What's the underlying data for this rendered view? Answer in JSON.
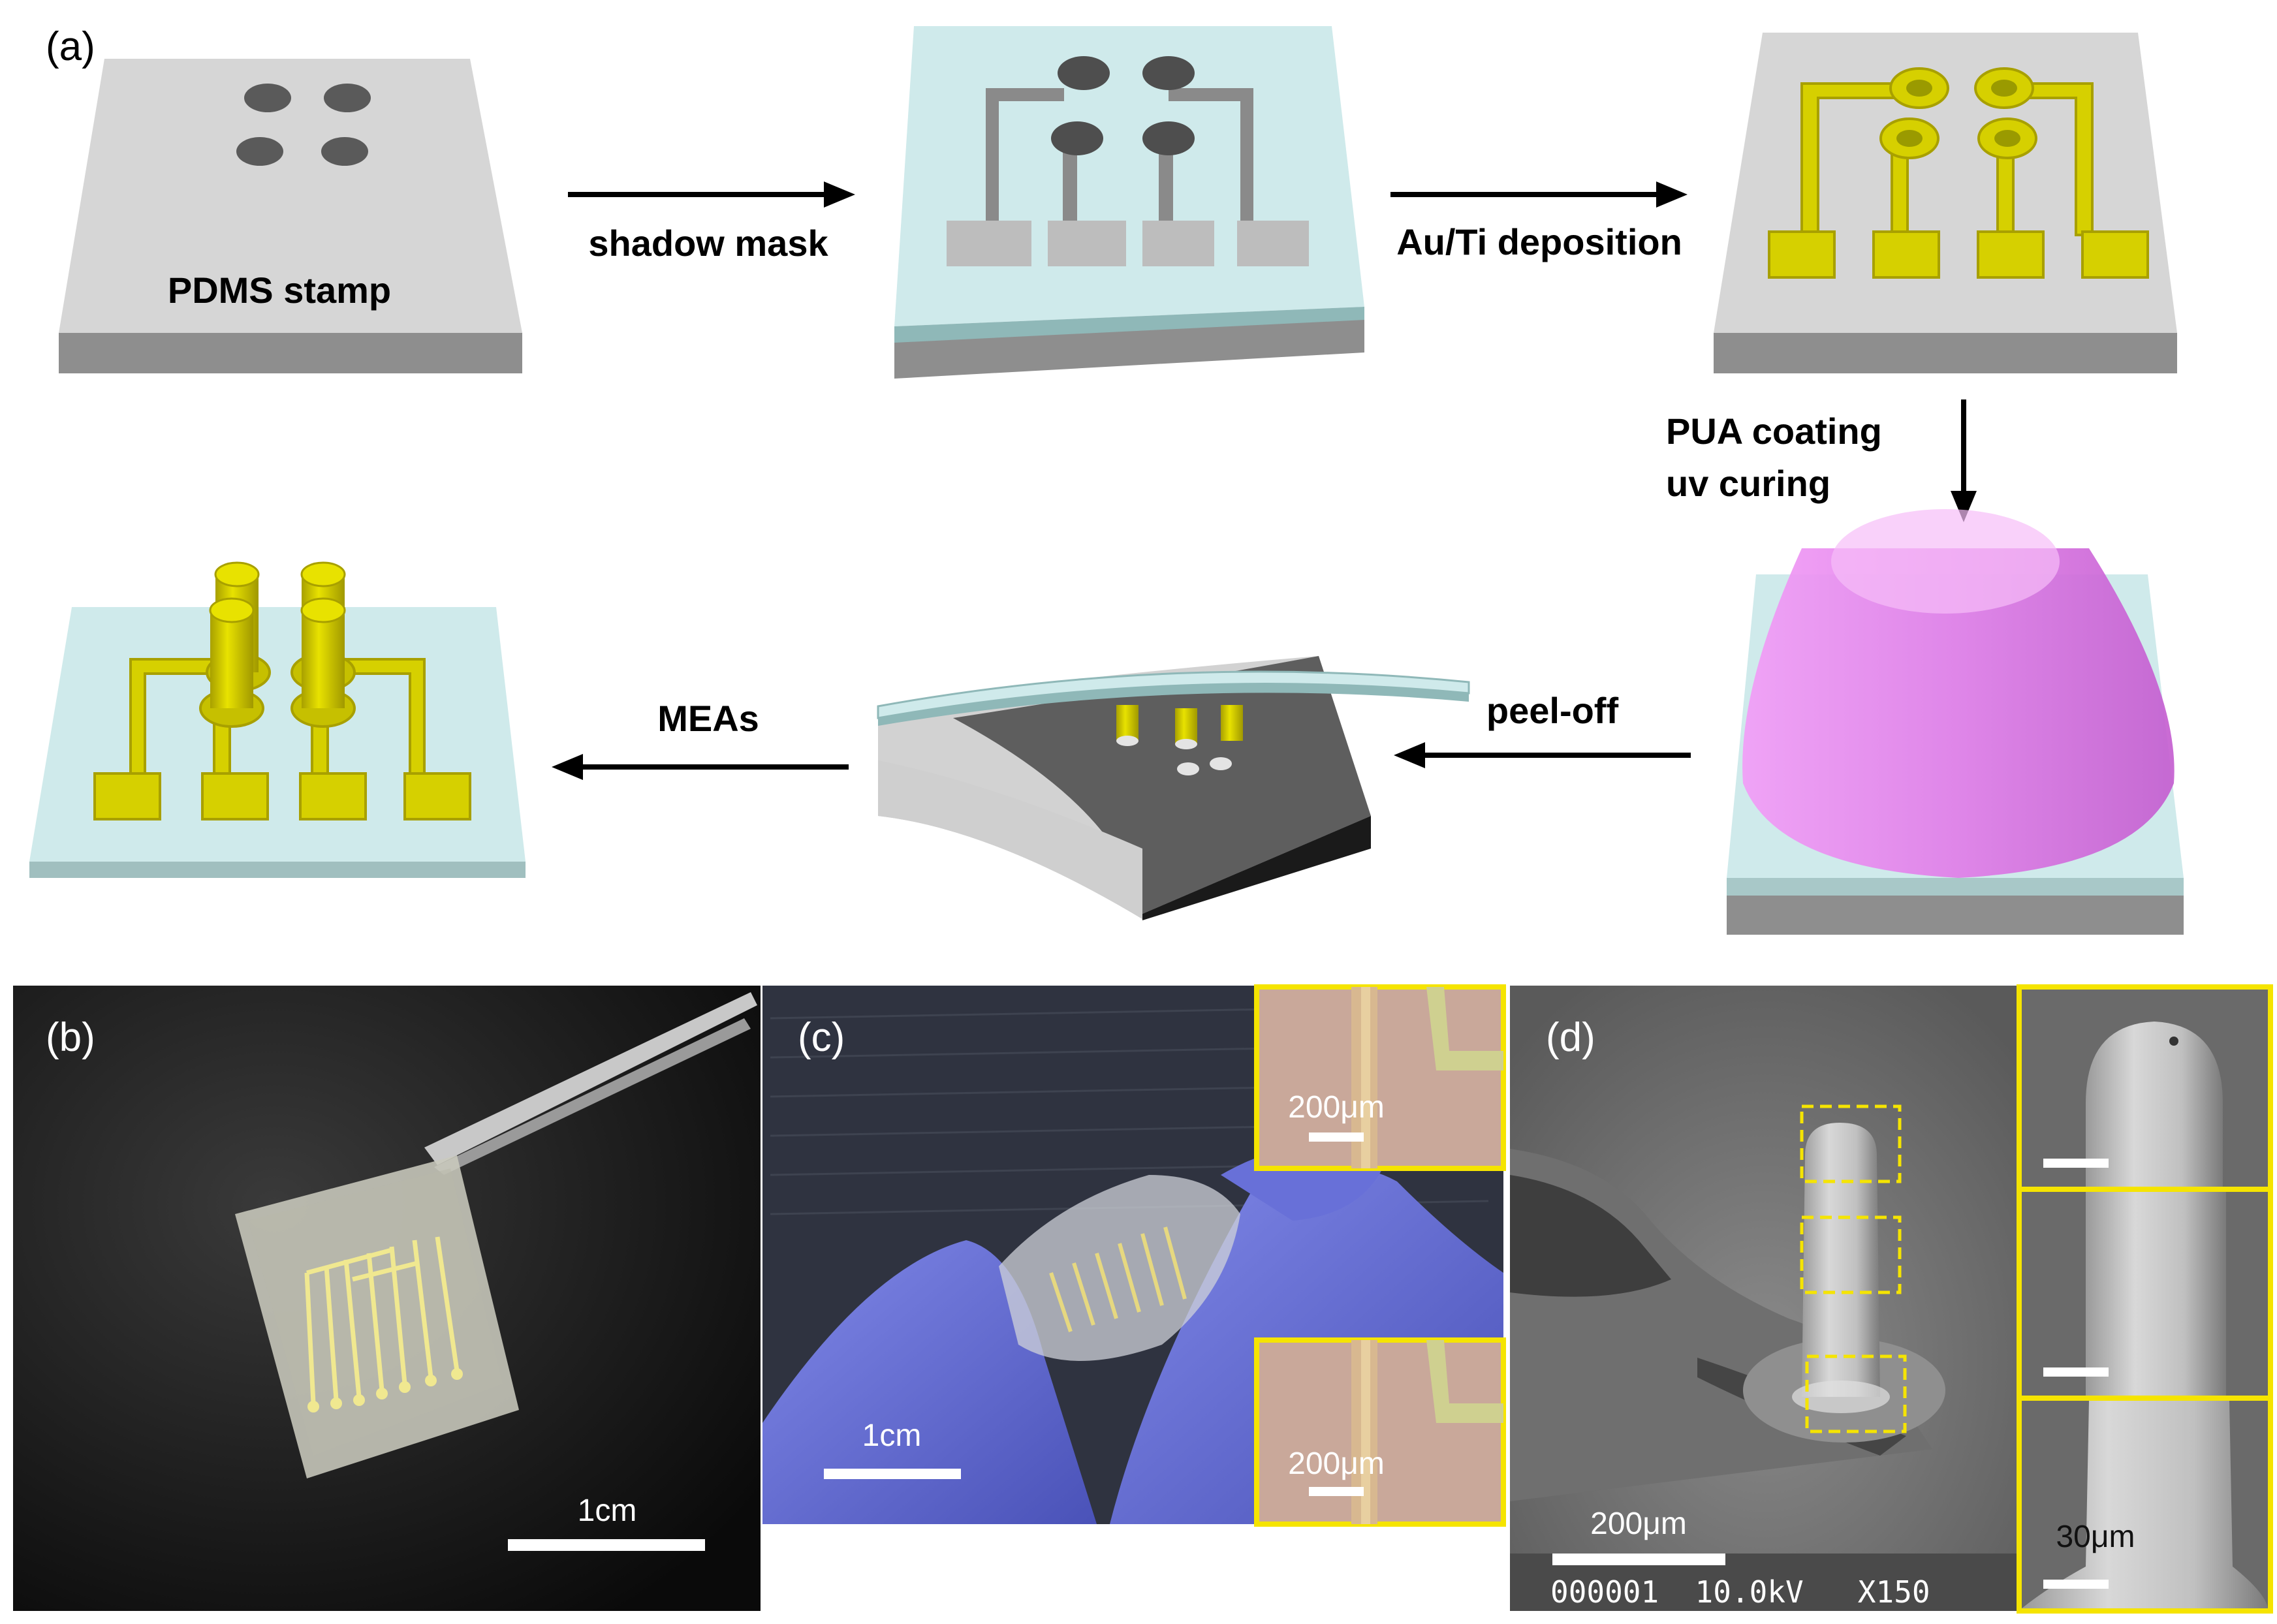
{
  "panels": {
    "a": "(a)",
    "b": "(b)",
    "c": "(c)",
    "d": "(d)"
  },
  "steps": {
    "stamp": "PDMS stamp",
    "shadow_mask": "shadow mask",
    "deposition": "Au/Ti deposition",
    "pua_line1": "PUA coating",
    "pua_line2": "uv curing",
    "peel_off": "peel-off",
    "meas": "MEAs"
  },
  "scale_bars": {
    "b": "1cm",
    "c": "1cm",
    "c_inset_top": "200μm",
    "c_inset_bottom": "200μm",
    "d": "200μm",
    "d_inset": "30μm"
  },
  "sem_info": "000001  10.0kV   X150",
  "colors": {
    "gold": "#d6d000",
    "gold_dark": "#a8a000",
    "pdms": "#d4d4d4",
    "pdms_side": "#8c8c8c",
    "mask": "#cfe9ea",
    "pua": "#e88ef0",
    "highlight": "#f5e400"
  }
}
